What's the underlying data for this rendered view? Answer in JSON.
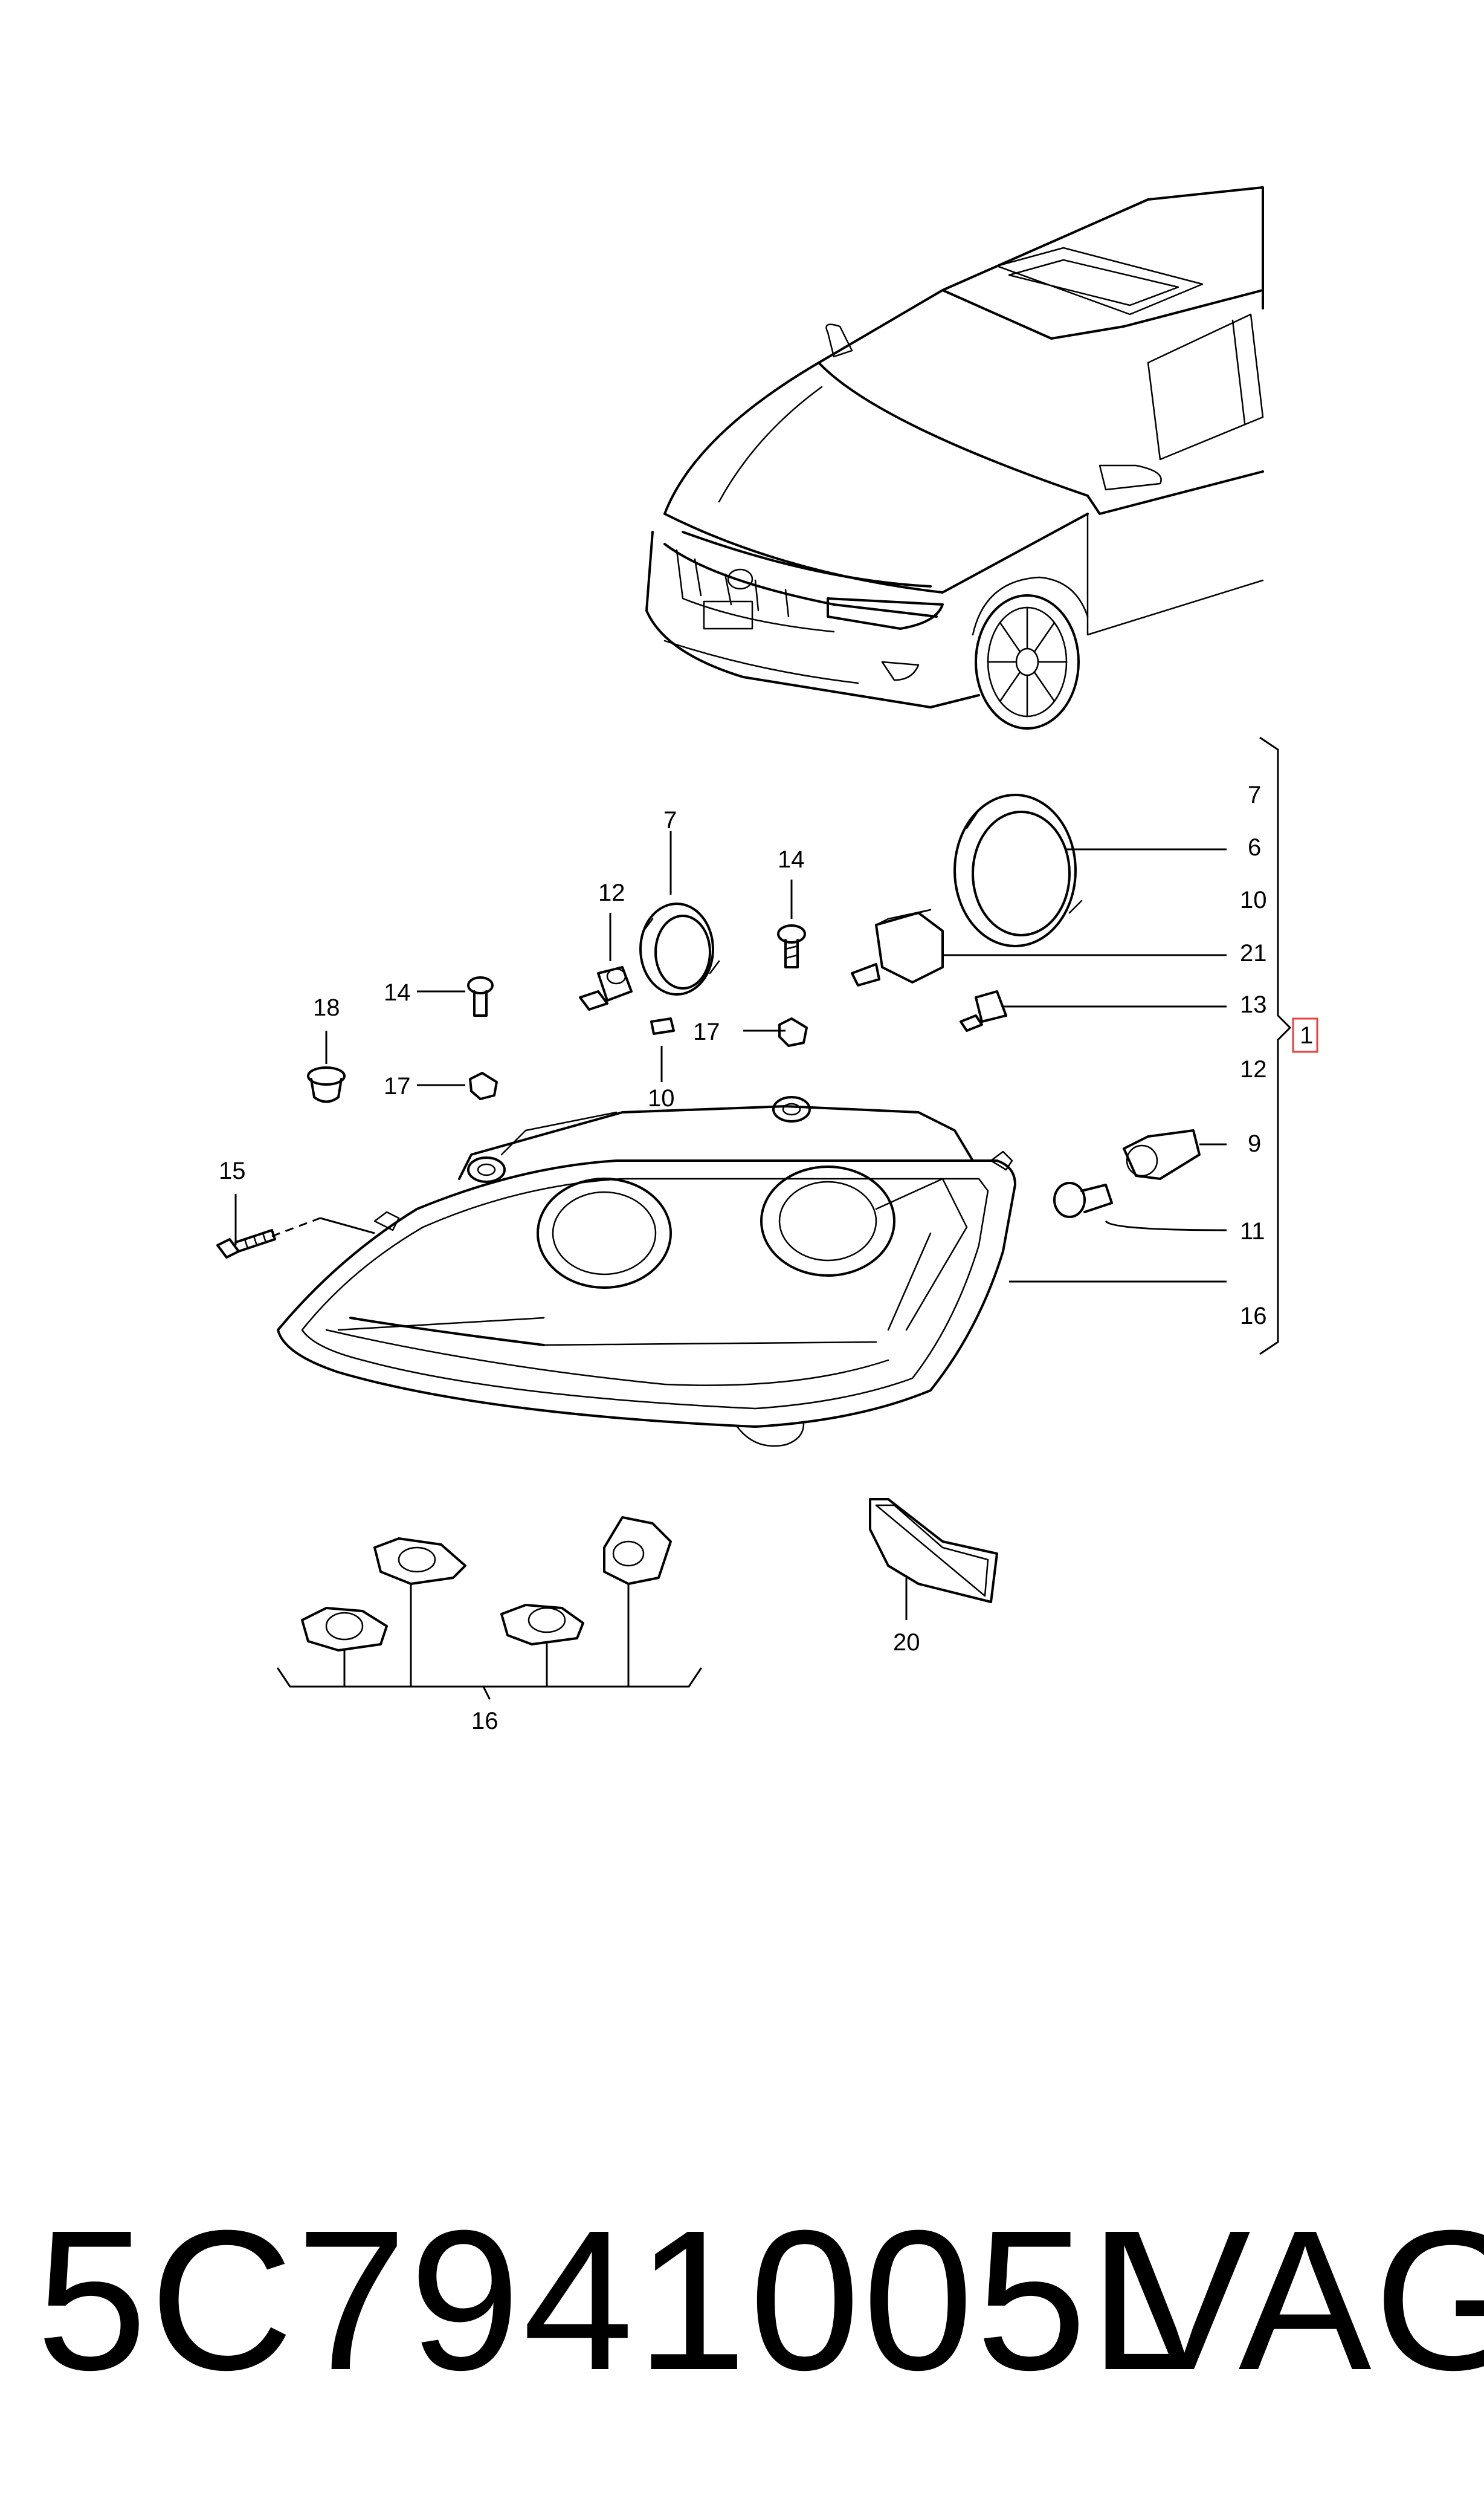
{
  "footer": {
    "part_number": "5C7941005L",
    "brand": "VAG"
  },
  "callouts": {
    "c7_top": "7",
    "c12_left": "12",
    "c14_center": "14",
    "c14_left": "14",
    "c18": "18",
    "c17_left": "17",
    "c17_center": "17",
    "c10_center": "10",
    "c15": "15",
    "c20": "20",
    "c16_bottom": "16"
  },
  "legend_column": {
    "items": [
      "7",
      "6",
      "10",
      "21",
      "13",
      "12",
      "9",
      "11",
      "16"
    ],
    "assembly_ref": "1"
  },
  "colors": {
    "line": "#000000",
    "ref_box": "#e8423f",
    "background": "#ffffff"
  }
}
